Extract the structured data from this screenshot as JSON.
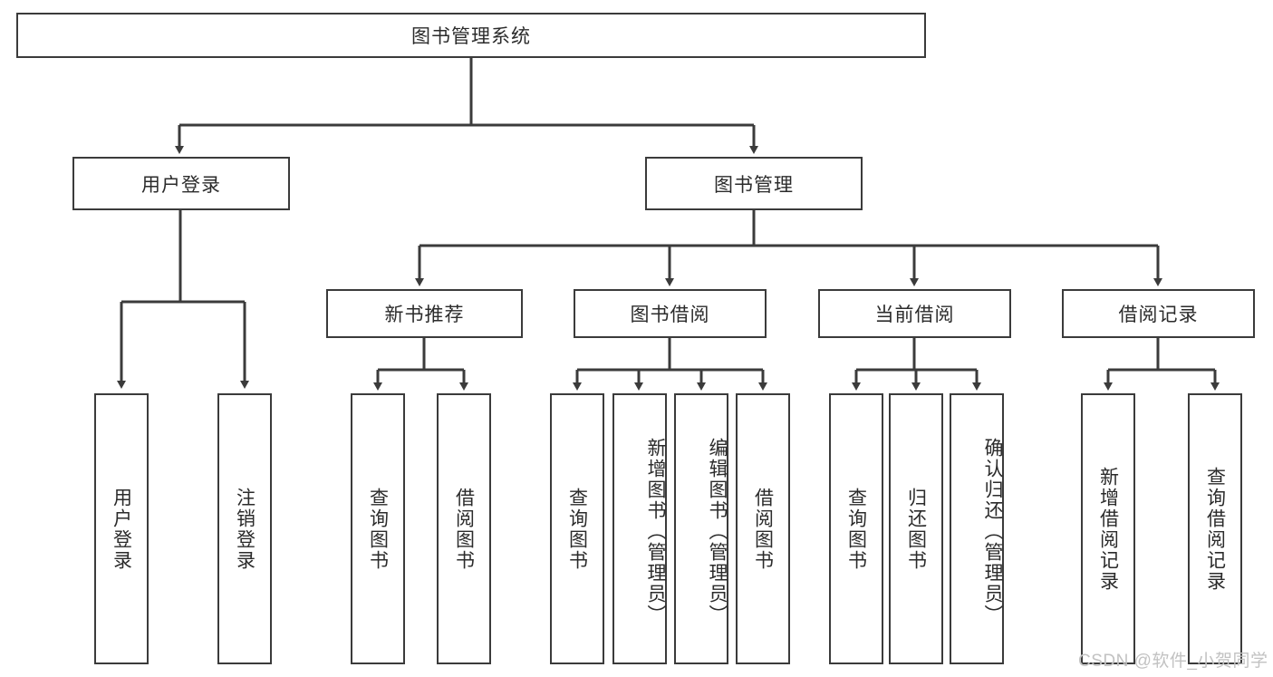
{
  "diagram": {
    "title_node": {
      "label": "图书管理系统"
    },
    "level2": [
      {
        "id": "user-login",
        "label": "用户登录"
      },
      {
        "id": "book-management",
        "label": "图书管理"
      }
    ],
    "level3": [
      {
        "id": "new-book-recommend",
        "label": "新书推荐"
      },
      {
        "id": "book-borrow",
        "label": "图书借阅"
      },
      {
        "id": "current-borrow",
        "label": "当前借阅"
      },
      {
        "id": "borrow-record",
        "label": "借阅记录"
      }
    ],
    "leaves": [
      {
        "id": "leaf-user-login",
        "label": "用户登录"
      },
      {
        "id": "leaf-logout",
        "label": "注销登录"
      },
      {
        "id": "leaf-query-book-1",
        "label": "查询图书"
      },
      {
        "id": "leaf-borrow-book-1",
        "label": "借阅图书"
      },
      {
        "id": "leaf-query-book-2",
        "label": "查询图书"
      },
      {
        "id": "leaf-add-book-admin",
        "label": "新增图书（管理员）"
      },
      {
        "id": "leaf-edit-book-admin",
        "label": "编辑图书（管理员）"
      },
      {
        "id": "leaf-borrow-book-2",
        "label": "借阅图书"
      },
      {
        "id": "leaf-query-book-3",
        "label": "查询图书"
      },
      {
        "id": "leaf-return-book",
        "label": "归还图书"
      },
      {
        "id": "leaf-confirm-return-admin",
        "label": "确认归还（管理员）"
      },
      {
        "id": "leaf-add-borrow-record",
        "label": "新增借阅记录"
      },
      {
        "id": "leaf-query-borrow-record",
        "label": "查询借阅记录"
      }
    ],
    "watermark": "CSDN @软件_小贺同学",
    "colors": {
      "border": "#3b3b3b",
      "text": "#2b2b2b",
      "background": "#ffffff",
      "watermark": "#c2c2c2"
    }
  }
}
